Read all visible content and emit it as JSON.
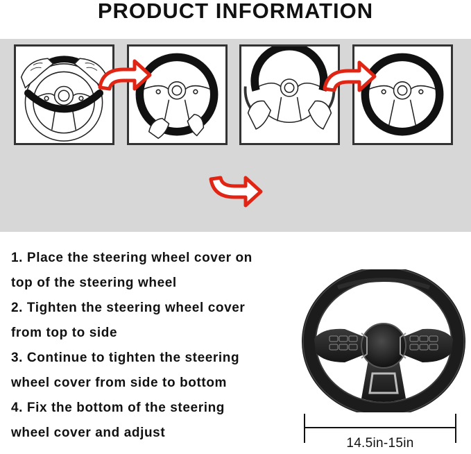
{
  "title": "PRODUCT INFORMATION",
  "steps": [
    {
      "icon": "hands-on-wheel-top-icon"
    },
    {
      "icon": "wheel-cover-top-to-side-icon"
    },
    {
      "icon": "wheel-cover-side-to-bottom-icon"
    },
    {
      "icon": "wheel-cover-finished-icon"
    }
  ],
  "instructions": {
    "step1": [
      "1. Place the steering wheel cover on",
      "top of the steering wheel"
    ],
    "step2": [
      "2. Tighten the steering wheel cover",
      "from top to side"
    ],
    "step3": [
      "3. Continue to tighten the steering",
      "wheel cover from side to bottom"
    ],
    "step4": [
      "4. Fix the bottom of the steering",
      "wheel cover and adjust"
    ]
  },
  "dimension_label": "14.5in-15in",
  "colors": {
    "band": "#d7d7d7",
    "arrow_red": "#e02514",
    "cover_black": "#1a1a1a"
  }
}
